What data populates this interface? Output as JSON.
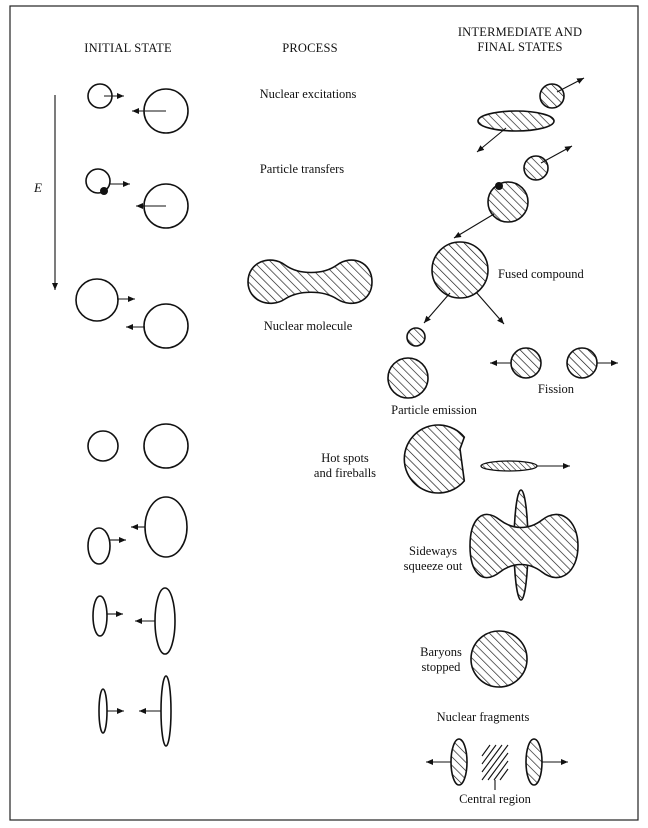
{
  "headers": {
    "initial": "INITIAL STATE",
    "process": "PROCESS",
    "final_line1": "INTERMEDIATE AND",
    "final_line2": "FINAL STATES"
  },
  "energy_axis_label": "E",
  "labels": {
    "nuclear_excitations": "Nuclear excitations",
    "particle_transfers": "Particle transfers",
    "nuclear_molecule": "Nuclear molecule",
    "fused_compound": "Fused compound",
    "particle_emission": "Particle emission",
    "fission": "Fission",
    "hot_spots_1": "Hot spots",
    "hot_spots_2": "and fireballs",
    "sideways_1": "Sideways",
    "sideways_2": "squeeze out",
    "baryons_1": "Baryons",
    "baryons_2": "stopped",
    "nuclear_fragments": "Nuclear fragments",
    "central_region": "Central region"
  },
  "colors": {
    "ink": "#111111",
    "background": "#ffffff"
  }
}
